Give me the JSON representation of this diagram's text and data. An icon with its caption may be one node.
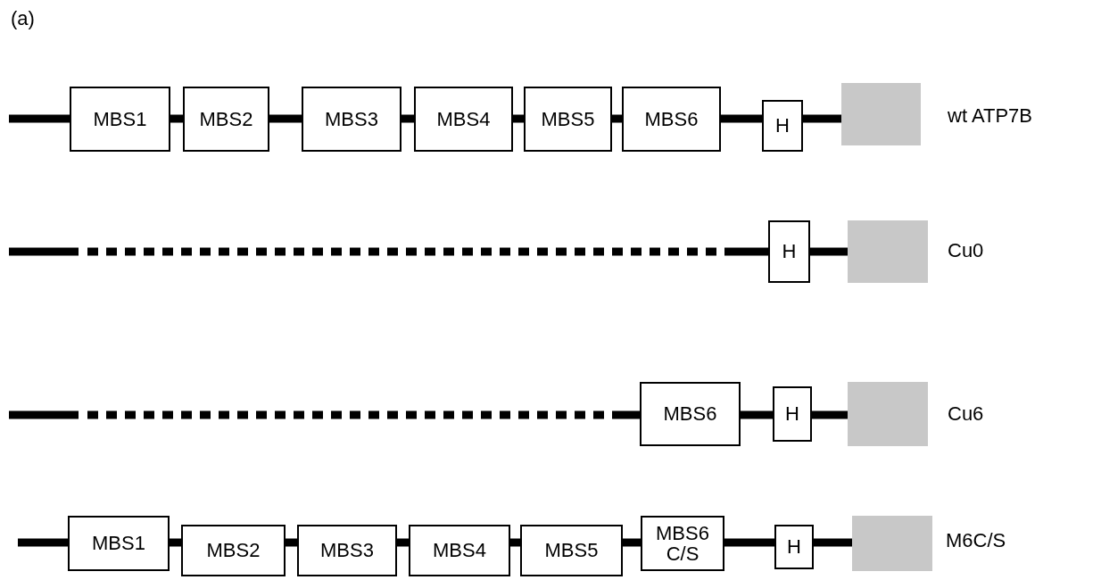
{
  "diagram": {
    "nodes": [
      {
        "text": [
          "MBS1"
        ]
      },
      {
        "text": [
          "MBS2"
        ]
      },
      {
        "text": [
          "MBS3"
        ]
      },
      {
        "text": [
          "MBS4"
        ]
      },
      {
        "text": [
          "MBS5"
        ]
      },
      {
        "text": [
          "MBS6"
        ]
      },
      {
        "text": [
          "H"
        ]
      },
      {
        "text": [],
        "shape": "box"
      },
      {
        "text": [
          "H"
        ]
      },
      {
        "text": [],
        "shape": "box"
      },
      {
        "text": [
          "MBS6"
        ]
      },
      {
        "text": [
          "H"
        ]
      },
      {
        "text": [],
        "shape": "box"
      },
      {
        "text": [
          "MBS1"
        ]
      },
      {
        "text": [
          "MBS2"
        ]
      },
      {
        "text": [
          "MBS3"
        ]
      },
      {
        "text": [
          "MBS4"
        ]
      },
      {
        "text": [
          "MBS5"
        ]
      },
      {
        "text": [
          "MBS6 C/S"
        ]
      },
      {
        "text": [
          "H"
        ]
      },
      {
        "text": [],
        "shape": "box"
      }
    ],
    "edges": [
      {
        "from": null,
        "to": 0,
        "arrow": "none"
      },
      {
        "from": 0,
        "to": 1,
        "arrow": "none"
      },
      {
        "from": 1,
        "to": 2,
        "arrow": "none"
      },
      {
        "from": 2,
        "to": 3,
        "arrow": "none"
      },
      {
        "from": 3,
        "to": 4,
        "arrow": "none"
      },
      {
        "from": 4,
        "to": 5,
        "arrow": "none"
      },
      {
        "from": 5,
        "to": 6,
        "arrow": "none"
      },
      {
        "from": 6,
        "to": 7,
        "arrow": "none"
      },
      {
        "from": null,
        "to": 8,
        "arrow": "none",
        "style": "dashed"
      },
      {
        "from": 8,
        "to": 9,
        "arrow": "none"
      },
      {
        "from": null,
        "to": 10,
        "arrow": "none",
        "style": "dashed"
      },
      {
        "from": 10,
        "to": 11,
        "arrow": "none"
      },
      {
        "from": 11,
        "to": 12,
        "arrow": "none"
      },
      {
        "from": null,
        "to": 13,
        "arrow": "none"
      },
      {
        "from": 13,
        "to": 14,
        "arrow": "none"
      },
      {
        "from": 14,
        "to": 15,
        "arrow": "none"
      },
      {
        "from": 15,
        "to": 16,
        "arrow": "none"
      },
      {
        "from": 16,
        "to": 17,
        "arrow": "none"
      },
      {
        "from": 17,
        "to": 18,
        "arrow": "none"
      },
      {
        "from": 18,
        "to": 19,
        "arrow": "none"
      },
      {
        "from": 19,
        "to": 20,
        "arrow": "none"
      }
    ],
    "labels": [
      "(a)",
      "wt ATP7B",
      "Cu0",
      "Cu6",
      "M6C/S"
    ]
  }
}
